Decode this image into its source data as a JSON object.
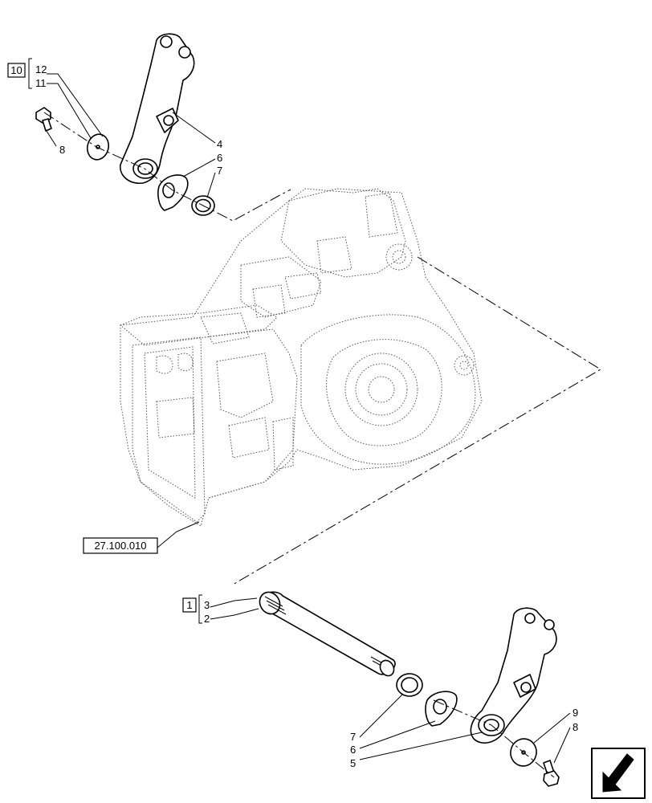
{
  "callouts": {
    "c12": "12",
    "c11": "11",
    "c8_top": "8",
    "c4": "4",
    "c6_top": "6",
    "c7_top": "7",
    "c3": "3",
    "c2": "2",
    "c7_bottom": "7",
    "c6_bottom": "6",
    "c5": "5",
    "c9": "9",
    "c8_bottom": "8"
  },
  "group_boxes": {
    "group_10": "10",
    "group_1": "1"
  },
  "reference": {
    "housing_ref": "27.100.010"
  },
  "nav_icon": "arrow-down-left-icon"
}
